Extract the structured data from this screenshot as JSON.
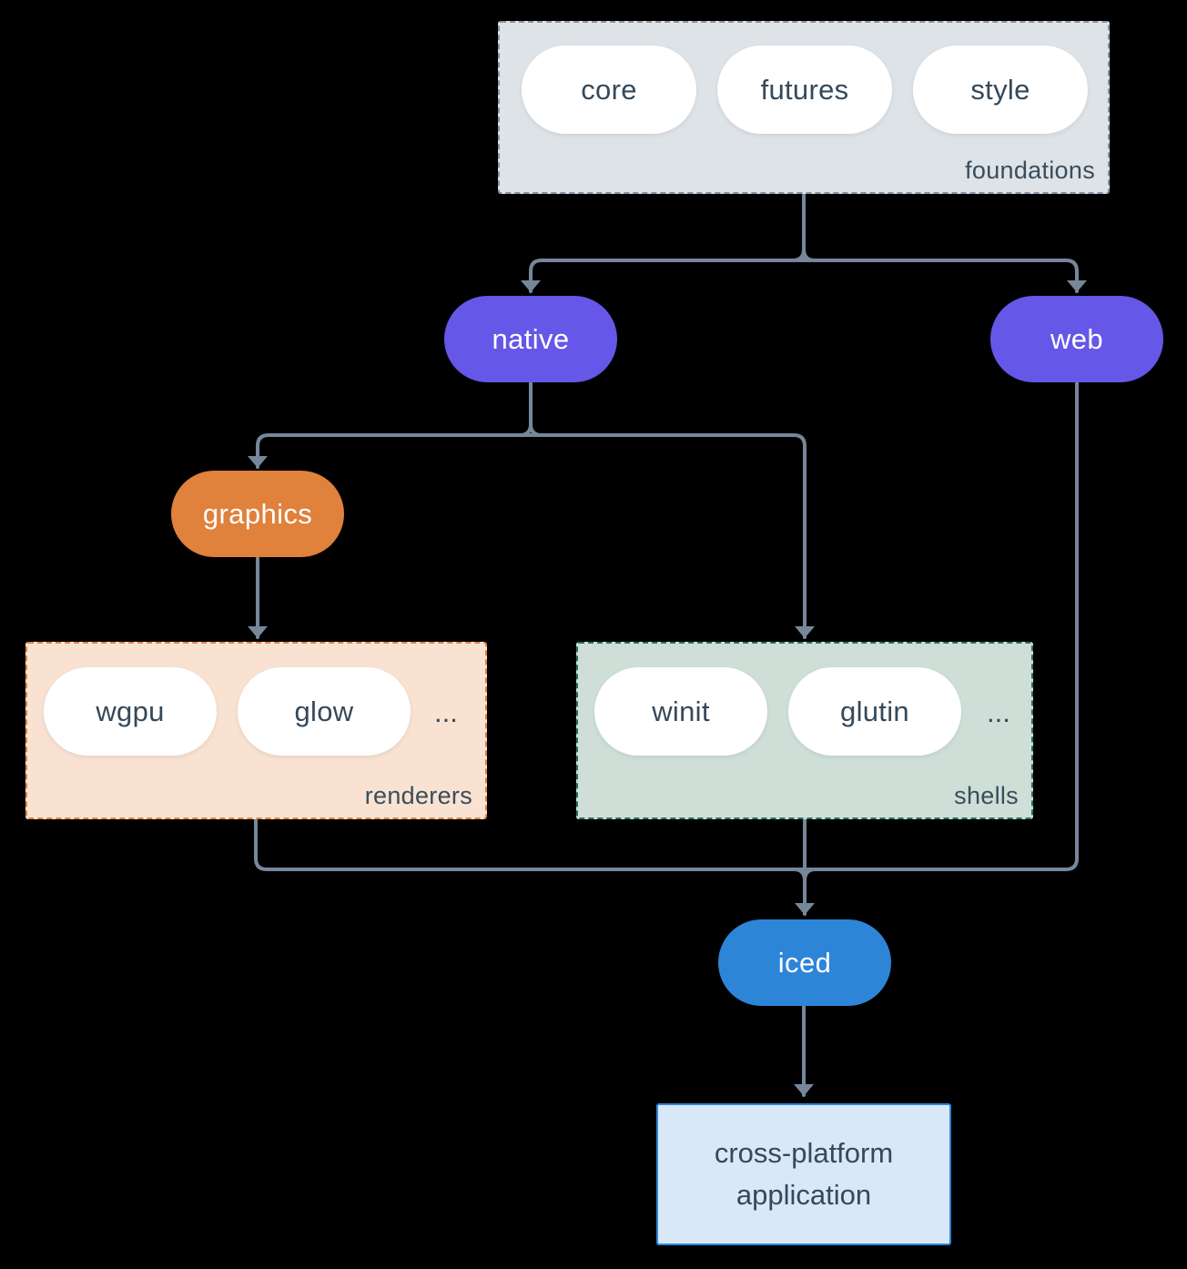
{
  "colors": {
    "background": "#000000",
    "connector": "#76879B",
    "purple_node": "#6557e7",
    "orange_node": "#e0813c",
    "blue_node": "#2d85d8",
    "foundations_bg": "#dee3e7",
    "foundations_border": "#8593A2",
    "renderers_bg": "#f9e2d1",
    "renderers_border": "#e0813c",
    "shells_bg": "#cfdfd8",
    "shells_border": "#276f60",
    "app_bg": "#d8e8f8",
    "app_border": "#2d85d8",
    "dark_text": "#35495A",
    "white_chip": "#ffffff"
  },
  "foundations": {
    "label": "foundations",
    "items": [
      "core",
      "futures",
      "style"
    ]
  },
  "native": {
    "label": "native"
  },
  "web": {
    "label": "web"
  },
  "graphics": {
    "label": "graphics"
  },
  "renderers": {
    "label": "renderers",
    "items": [
      "wgpu",
      "glow"
    ],
    "ellipsis": "..."
  },
  "shells": {
    "label": "shells",
    "items": [
      "winit",
      "glutin"
    ],
    "ellipsis": "..."
  },
  "iced": {
    "label": "iced"
  },
  "application": {
    "label": "cross-platform application"
  }
}
